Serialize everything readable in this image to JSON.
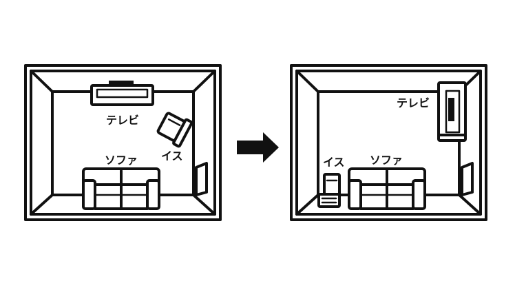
{
  "before_room": {
    "tv_label": "テレビ",
    "sofa_label": "ソファ",
    "chair_label": "イス"
  },
  "after_room": {
    "tv_label": "テレビ",
    "sofa_label": "ソファ",
    "chair_label": "イス"
  },
  "colors": {
    "ink": "#111111",
    "paper": "#ffffff"
  },
  "icons": [
    "arrow-right-icon"
  ]
}
